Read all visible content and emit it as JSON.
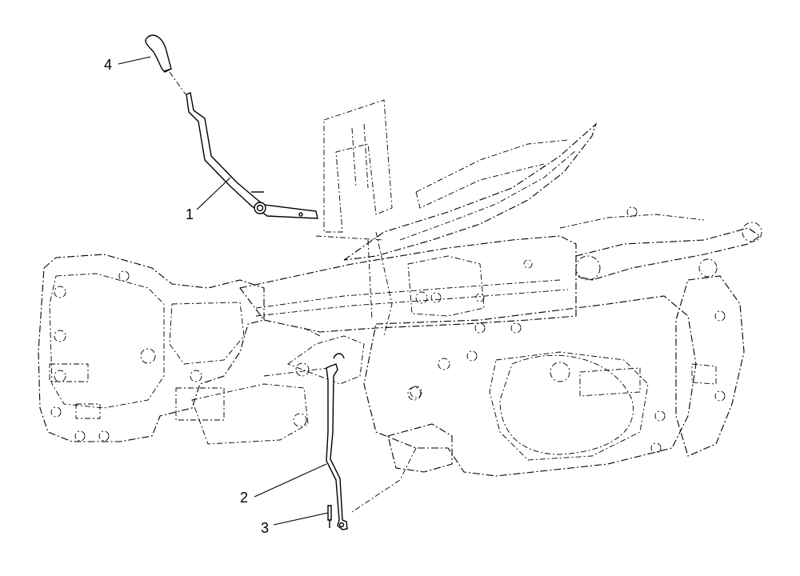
{
  "callouts": [
    {
      "id": "1",
      "label": "1"
    },
    {
      "id": "2",
      "label": "2"
    },
    {
      "id": "3",
      "label": "3"
    },
    {
      "id": "4",
      "label": "4"
    }
  ],
  "parts": {
    "lever_handle": "lever-1",
    "rod": "rod-2",
    "pin": "pin-3",
    "knob": "knob-4"
  }
}
